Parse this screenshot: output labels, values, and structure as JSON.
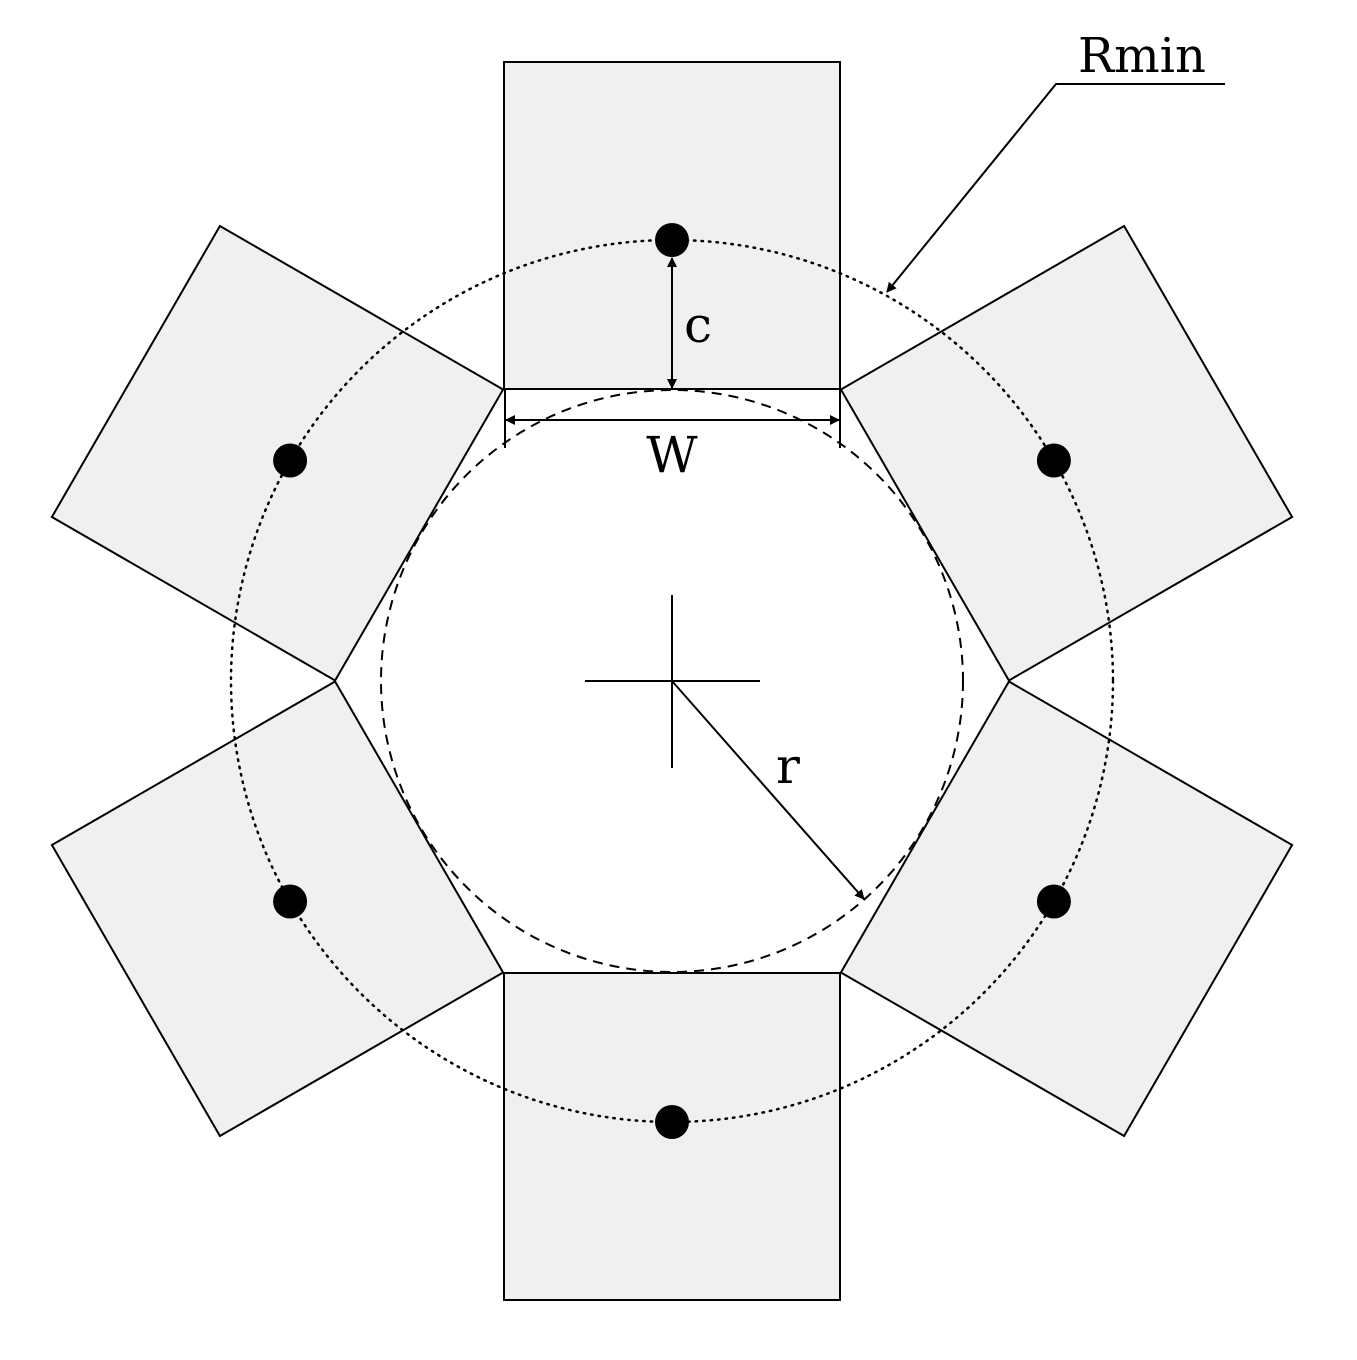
{
  "labels": {
    "rmin": "Rmin",
    "c": "c",
    "w": "W",
    "r": "r"
  },
  "colors": {
    "panel_fill": "#f0f0f0",
    "stroke": "#000000",
    "background": "#ffffff"
  },
  "geometry_model": {
    "panel_count": 6
  }
}
